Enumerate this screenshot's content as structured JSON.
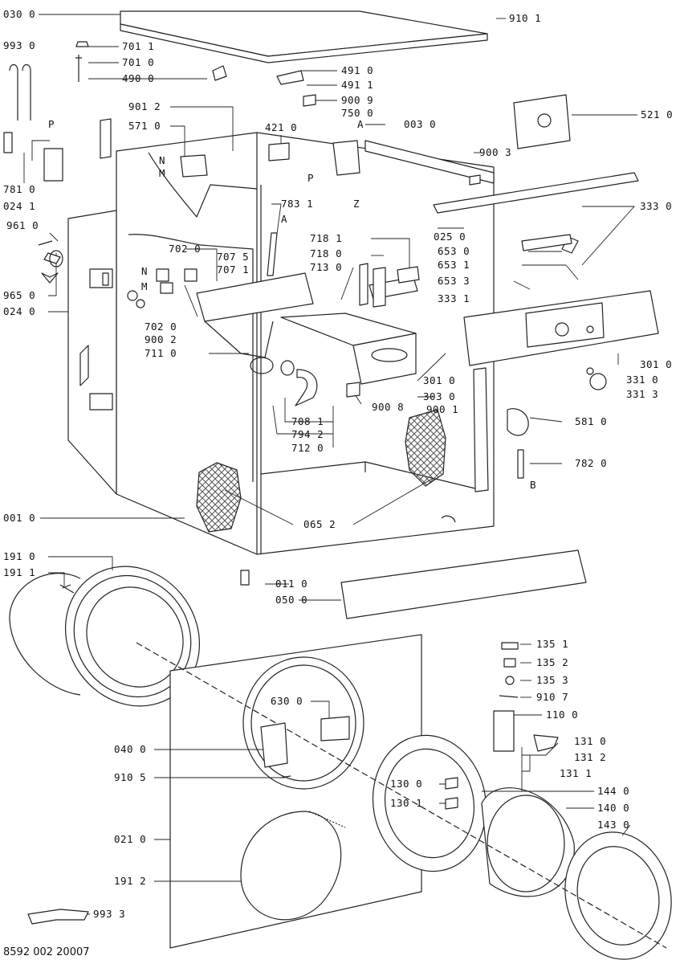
{
  "diagram_code": "8592 002 20007",
  "colors": {
    "line": "#222222",
    "fill": "#ffffff",
    "hatch": "#555555"
  },
  "labels": {
    "l_030_0": "030 0",
    "l_910_1": "910 1",
    "l_993_0": "993 0",
    "l_701_1": "701 1",
    "l_701_0": "701 0",
    "l_490_0": "490 0",
    "l_491_0": "491 0",
    "l_491_1": "491 1",
    "l_900_9": "900 9",
    "l_750_0": "750 0",
    "l_a1": "A",
    "l_901_2": "901 2",
    "l_571_0": "571 0",
    "l_421_0": "421 0",
    "l_003_0": "003 0",
    "l_521_0": "521 0",
    "l_p1": "P",
    "l_n1": "N",
    "l_m1": "M",
    "l_900_3": "900 3",
    "l_p2": "P",
    "l_z": "Z",
    "l_781_0": "781 0",
    "l_024_1": "024 1",
    "l_783_1": "783 1",
    "l_a2": "A",
    "l_333_0": "333 0",
    "l_025_0": "025 0",
    "l_961_0": "961 0",
    "l_702_0a": "702 0",
    "l_707_5": "707 5",
    "l_707_1": "707 1",
    "l_718_1": "718 1",
    "l_718_0": "718 0",
    "l_713_0": "713 0",
    "l_653_0": "653 0",
    "l_653_1": "653 1",
    "l_653_3": "653 3",
    "l_333_1": "333 1",
    "l_n2": "N",
    "l_m2": "M",
    "l_965_0": "965 0",
    "l_024_0": "024 0",
    "l_702_0b": "702 0",
    "l_900_2": "900 2",
    "l_711_0": "711 0",
    "l_301_0a": "301 0",
    "l_331_0": "331 0",
    "l_331_3": "331 3",
    "l_301_0b": "301 0",
    "l_303_0": "303 0",
    "l_900_8": "900 8",
    "l_900_1": "900 1",
    "l_708_1": "708 1",
    "l_794_2": "794 2",
    "l_712_0": "712 0",
    "l_581_0": "581 0",
    "l_782_0": "782 0",
    "l_b": "B",
    "l_001_0": "001 0",
    "l_065_2": "065 2",
    "l_191_0": "191 0",
    "l_191_1": "191 1",
    "l_011_0": "011 0",
    "l_050_0": "050 0",
    "l_135_1": "135 1",
    "l_135_2": "135 2",
    "l_135_3": "135 3",
    "l_910_7": "910 7",
    "l_630_0": "630 0",
    "l_110_0": "110 0",
    "l_040_0": "040 0",
    "l_131_0": "131 0",
    "l_131_2": "131 2",
    "l_131_1": "131 1",
    "l_910_5": "910 5",
    "l_130_0": "130 0",
    "l_144_0": "144 0",
    "l_130_1": "130 1",
    "l_140_0": "140 0",
    "l_143_0": "143 0",
    "l_021_0": "021 0",
    "l_191_2": "191 2",
    "l_993_3": "993 3"
  }
}
